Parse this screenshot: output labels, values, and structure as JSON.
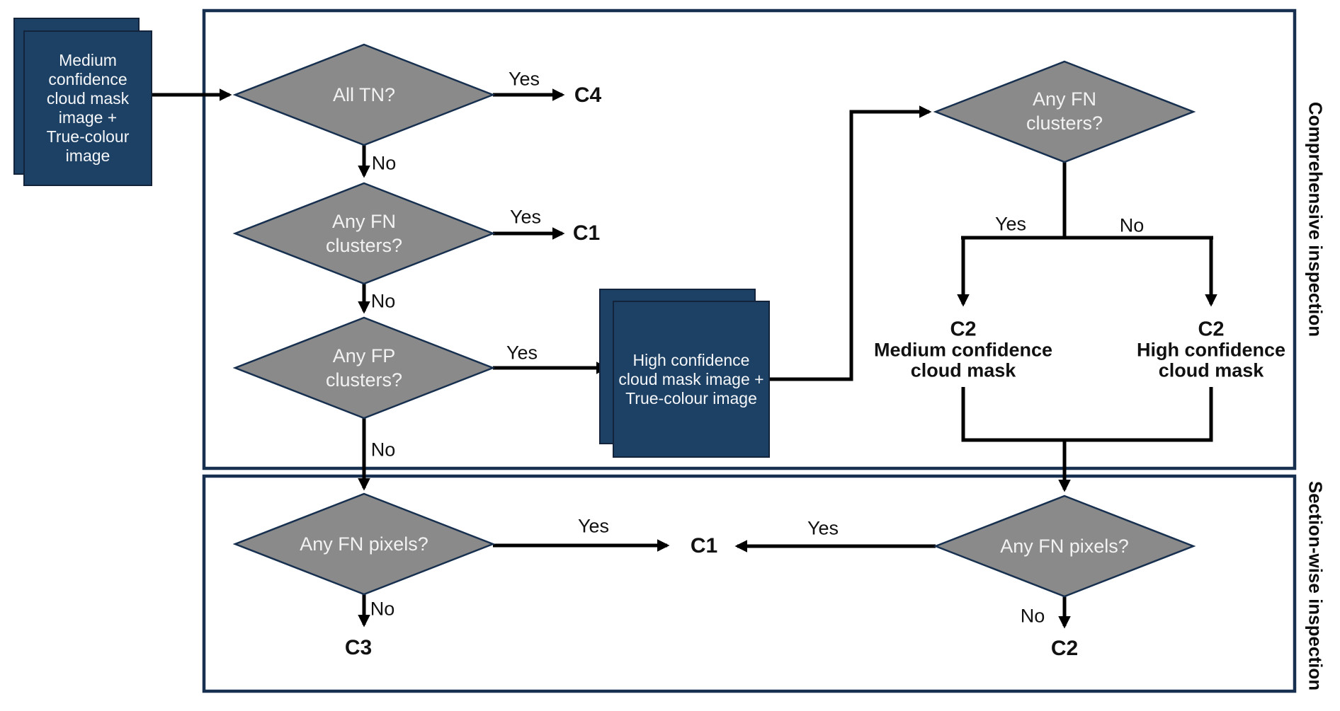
{
  "edge_labels": {
    "yes": "Yes",
    "no": "No"
  },
  "sections": {
    "comprehensive": "Comprehensive inspection",
    "section_wise": "Section-wise inspection"
  },
  "inputs": {
    "medium": {
      "lines": [
        "Medium confidence",
        "cloud mask image +",
        "True-colour image"
      ]
    },
    "high": {
      "lines": [
        "High confidence",
        "cloud mask image +",
        "True-colour image"
      ]
    }
  },
  "decisions": {
    "all_tn": {
      "lines": [
        "All TN?"
      ]
    },
    "fn_clusters_left": {
      "lines": [
        "Any FN",
        "clusters?"
      ]
    },
    "fp_clusters": {
      "lines": [
        "Any FP",
        "clusters?"
      ]
    },
    "fn_pixels_left": {
      "lines": [
        "Any FN pixels?"
      ]
    },
    "fn_clusters_right": {
      "lines": [
        "Any FN",
        "clusters?"
      ]
    },
    "fn_pixels_right": {
      "lines": [
        "Any FN pixels?"
      ]
    }
  },
  "outcomes": {
    "c4": "C4",
    "c1_top": "C1",
    "c2_medium": {
      "code": "C2",
      "lines": [
        "Medium confidence",
        "cloud mask"
      ]
    },
    "c2_high": {
      "code": "C2",
      "lines": [
        "High confidence",
        "cloud mask"
      ]
    },
    "c1_bottom": "C1",
    "c3": "C3",
    "c2_bottom": "C2"
  },
  "colors": {
    "box_fill": "#1d4164",
    "diamond_fill": "#8a8a8a",
    "outline": "#17304f",
    "arrow": "#000000",
    "diamond_text": "#f2f2f2",
    "label_text": "#111111"
  }
}
